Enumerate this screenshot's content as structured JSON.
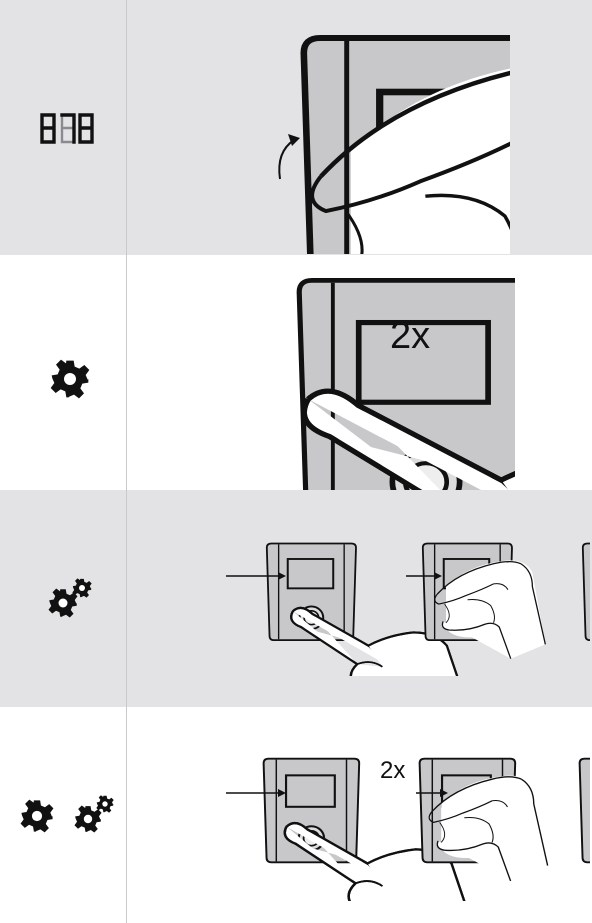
{
  "steps": [
    {
      "icon": "seven-segment-display-icon",
      "action": "turn-knob",
      "multiplier": ""
    },
    {
      "icon": "gear-icon",
      "action": "press-knob",
      "multiplier": "2x"
    },
    {
      "icon": "double-gear-icon",
      "action": "press-turn-press",
      "multiplier": ""
    },
    {
      "icon": "gear-and-double-gear-icon",
      "action": "press-turn-press",
      "multiplier": "2x"
    }
  ],
  "colors": {
    "shaded_row": "#e3e3e5",
    "divider": "#c9c9cc",
    "ink": "#111111",
    "device_face": "#c8c8cb"
  }
}
